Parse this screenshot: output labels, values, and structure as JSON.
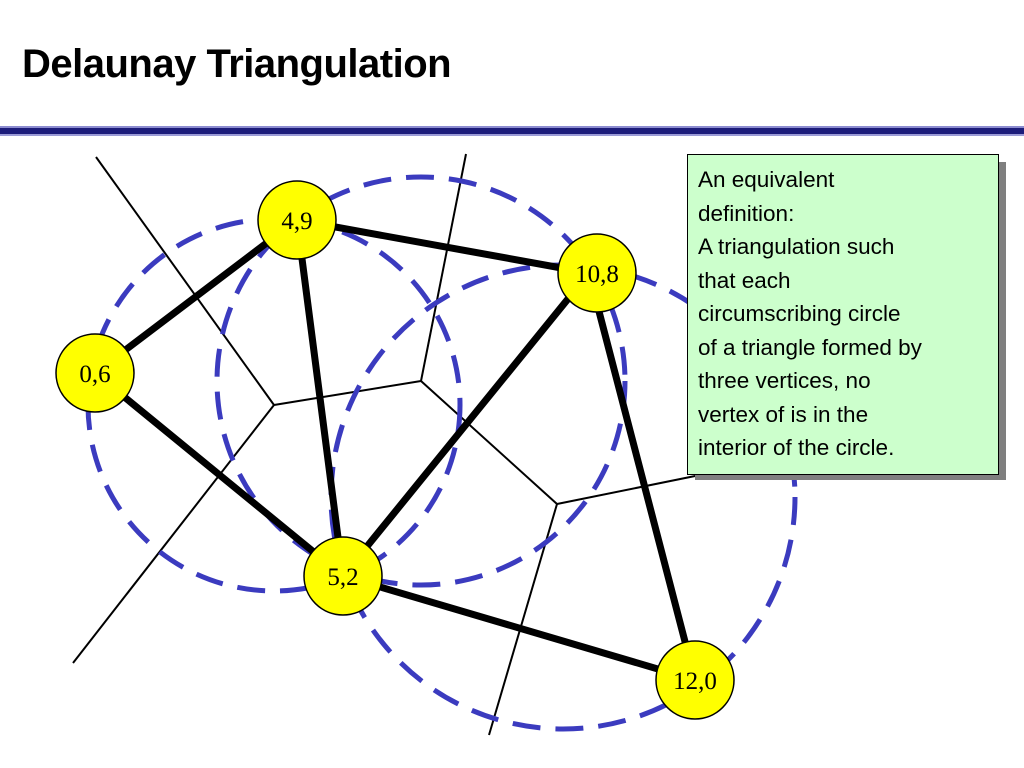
{
  "title": "Delaunay Triangulation",
  "colors": {
    "vertex_fill": "#ffff00",
    "circle_stroke": "#3b3bbf",
    "rule": "#1c1c7a",
    "note_fill": "#ccffcc"
  },
  "vertices": [
    {
      "label": "4,9",
      "x": 4,
      "y": 9
    },
    {
      "label": "10,8",
      "x": 10,
      "y": 8
    },
    {
      "label": "0,6",
      "x": 0,
      "y": 6
    },
    {
      "label": "5,2",
      "x": 5,
      "y": 2
    },
    {
      "label": "12,0",
      "x": 12,
      "y": 0
    }
  ],
  "triangles": [
    [
      "0,6",
      "4,9",
      "5,2"
    ],
    [
      "4,9",
      "10,8",
      "5,2"
    ],
    [
      "10,8",
      "12,0",
      "5,2"
    ]
  ],
  "note": {
    "lines": [
      "An equivalent",
      "definition:",
      "A triangulation such",
      "that each",
      "circumscribing circle",
      "of a triangle formed by",
      "three vertices, no",
      "vertex of is in the",
      "interior of the circle."
    ]
  }
}
